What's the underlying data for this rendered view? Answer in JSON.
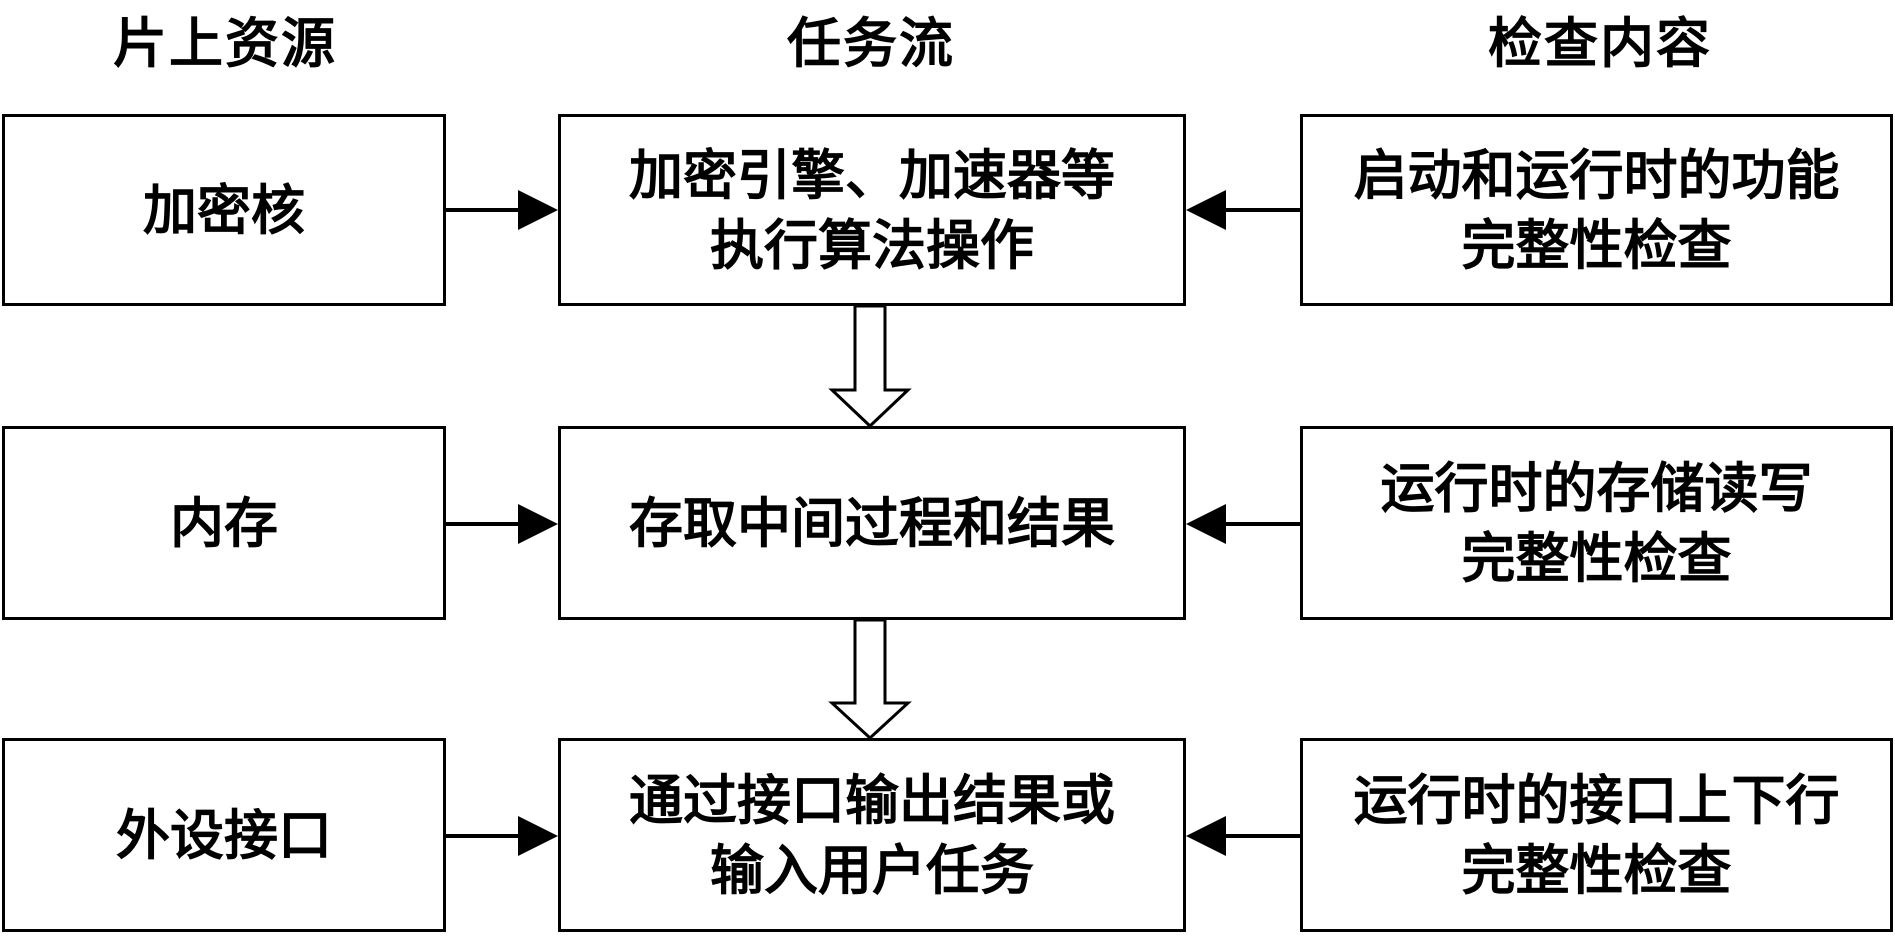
{
  "headers": {
    "left": "片上资源",
    "middle": "任务流",
    "right": "检查内容"
  },
  "rows": [
    {
      "resource": "加密核",
      "task": "加密引擎、加速器等\n执行算法操作",
      "check": "启动和运行时的功能\n完整性检查"
    },
    {
      "resource": "内存",
      "task": "存取中间过程和结果",
      "check": "运行时的存储读写\n完整性检查"
    },
    {
      "resource": "外设接口",
      "task": "通过接口输出结果或\n输入用户任务",
      "check": "运行时的接口上下行\n完整性检查"
    }
  ]
}
